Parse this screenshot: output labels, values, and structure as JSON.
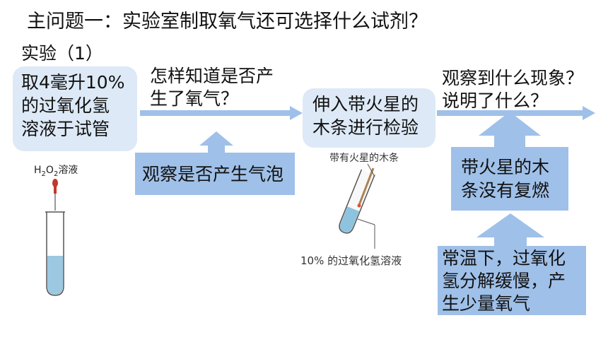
{
  "title": "主问题一：实验室制取氧气还可选择什么试剂？",
  "subtitle": "实验（1）",
  "steps": [
    {
      "line1": "取4毫升10%",
      "line2": "的过氧化氢",
      "line3": "溶液于试管"
    },
    {
      "line1": "伸入带火星的",
      "line2": "木条进行检验"
    }
  ],
  "questions": [
    {
      "line1": "怎样知道是否产",
      "line2": "生了氧气？"
    },
    {
      "line1": "观察到什么现象？",
      "line2": "说明了什么？"
    }
  ],
  "observations": {
    "bubbles": "观察是否产生气泡",
    "no_reignite": {
      "line1": "带火星的木",
      "line2": "条没有复燃"
    },
    "conclusion": {
      "line1": "常温下，过氧化",
      "line2": "氢分解缓慢，产",
      "line3": "生少量氧气"
    }
  },
  "labels": {
    "h2o2_prefix": "H",
    "h2o2_sub1": "2",
    "h2o2_mid": "O",
    "h2o2_sub2": "2",
    "h2o2_suffix": "溶液",
    "splint": "带有火星的木条",
    "solution": "10%  的过氧化氢溶液"
  },
  "colors": {
    "light_box": "#dde9f6",
    "blue_box": "#9fc0e8",
    "arrow": "#9fc0e8",
    "liquid": "#9cc8e2"
  }
}
